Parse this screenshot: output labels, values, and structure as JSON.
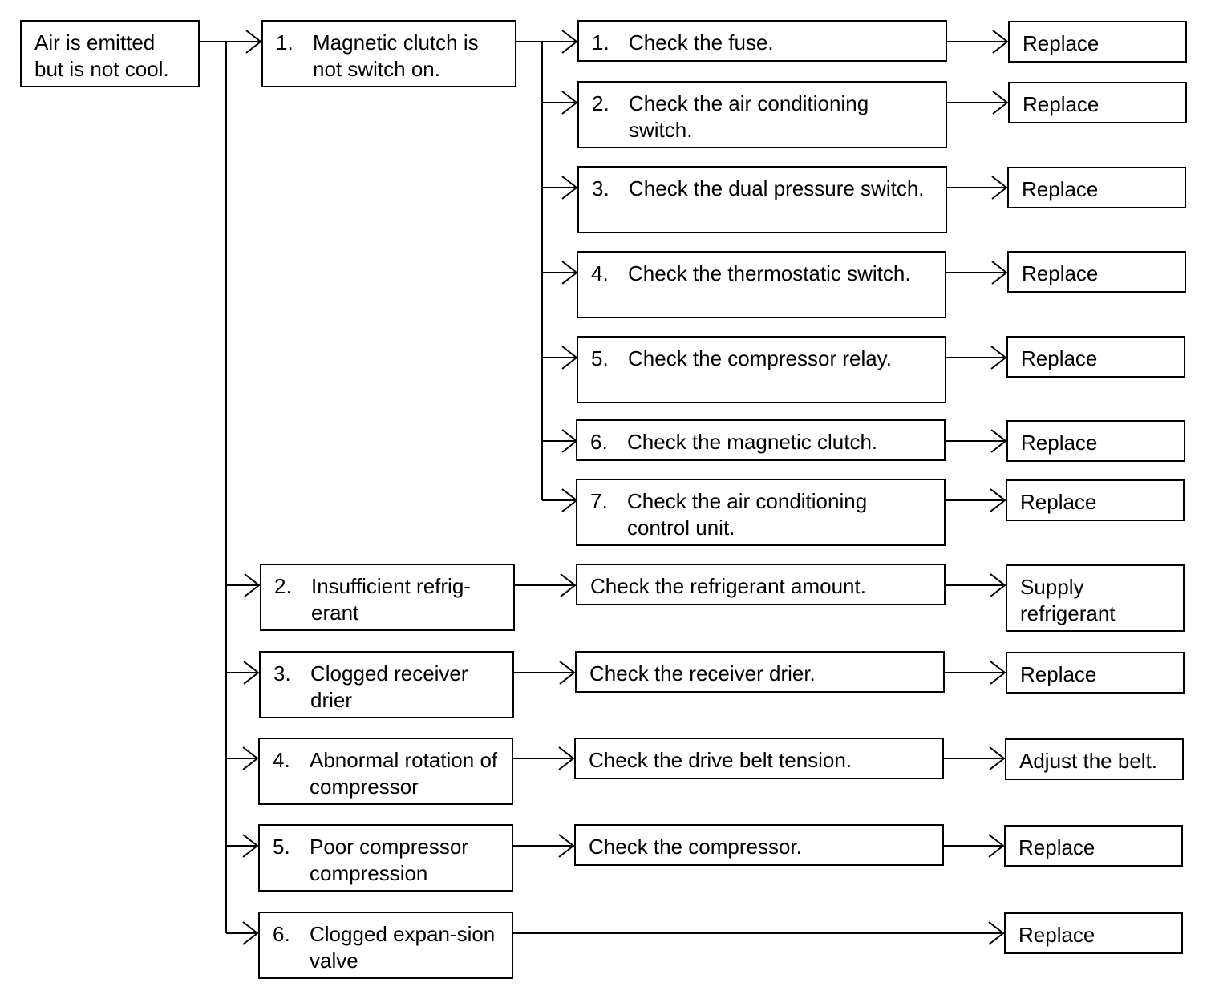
{
  "root": {
    "text": "Air is emitted but is not cool."
  },
  "causes": [
    {
      "num": "1.",
      "text": "Magnetic clutch is not switch on."
    },
    {
      "num": "2.",
      "text": "Insufficient refrig-erant"
    },
    {
      "num": "3.",
      "text": "Clogged receiver drier"
    },
    {
      "num": "4.",
      "text": "Abnormal rotation of compressor"
    },
    {
      "num": "5.",
      "text": "Poor compressor compression"
    },
    {
      "num": "6.",
      "text": "Clogged expan-sion valve"
    }
  ],
  "checks_clutch": [
    {
      "num": "1.",
      "text": "Check the fuse."
    },
    {
      "num": "2.",
      "text": "Check the air conditioning switch."
    },
    {
      "num": "3.",
      "text": "Check the dual pressure switch."
    },
    {
      "num": "4.",
      "text": "Check the thermostatic switch."
    },
    {
      "num": "5.",
      "text": "Check the compressor relay."
    },
    {
      "num": "6.",
      "text": "Check the magnetic clutch."
    },
    {
      "num": "7.",
      "text": "Check the air conditioning control unit."
    }
  ],
  "checks_other": [
    {
      "text": "Check the refrigerant amount."
    },
    {
      "text": "Check the receiver drier."
    },
    {
      "text": "Check the drive belt tension."
    },
    {
      "text": "Check the compressor."
    }
  ],
  "actions": [
    {
      "text": "Replace"
    },
    {
      "text": "Replace"
    },
    {
      "text": "Replace"
    },
    {
      "text": "Replace"
    },
    {
      "text": "Replace"
    },
    {
      "text": "Replace"
    },
    {
      "text": "Replace"
    },
    {
      "text": "Supply refrigerant"
    },
    {
      "text": "Replace"
    },
    {
      "text": "Adjust the belt."
    },
    {
      "text": "Replace"
    },
    {
      "text": "Replace"
    }
  ]
}
